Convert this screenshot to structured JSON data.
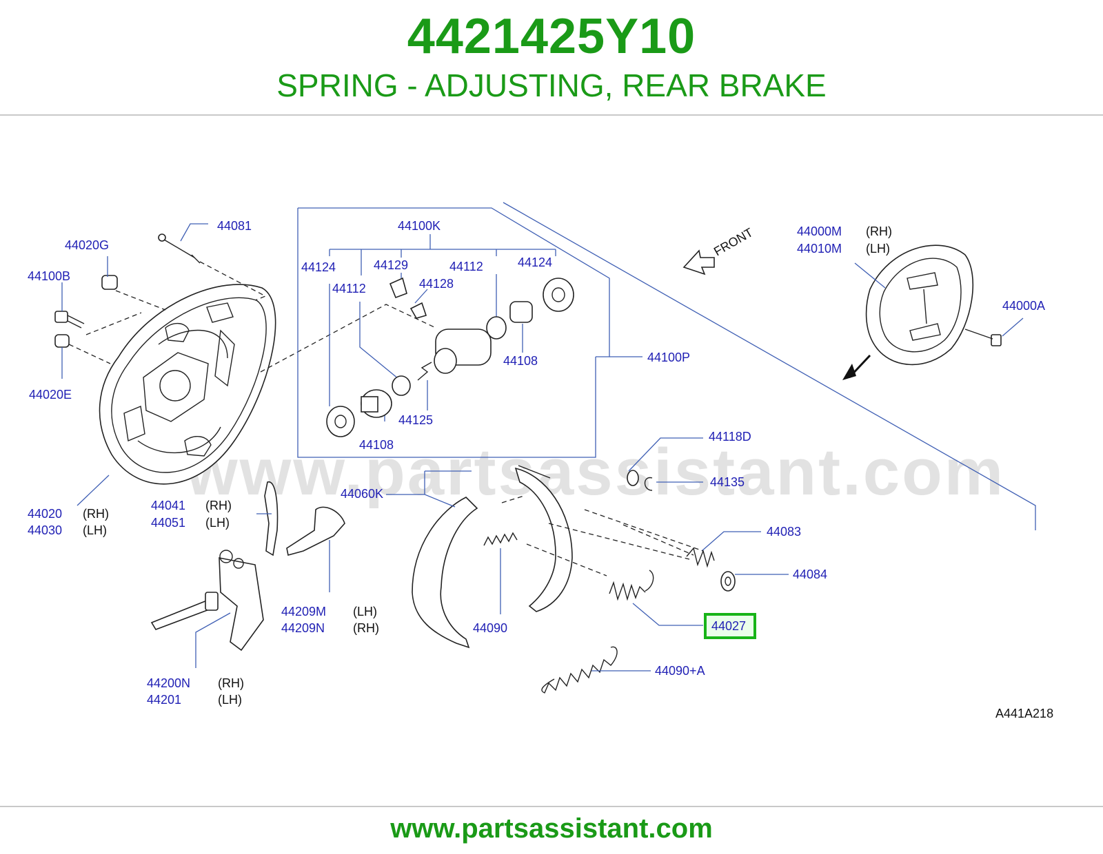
{
  "header": {
    "part_number": "4421425Y10",
    "description": "SPRING - ADJUSTING, REAR BRAKE"
  },
  "diagram": {
    "watermark": "www.partsassistant.com",
    "front_label": "FRONT",
    "reference_code": "A441A218",
    "highlighted_part": "44027",
    "highlight_color": "#18b418",
    "labels": {
      "p44081": "44081",
      "p44020G": "44020G",
      "p44100B": "44100B",
      "p44020E": "44020E",
      "p44020": "44020",
      "p44030": "44030",
      "p44041": "44041",
      "p44051": "44051",
      "p44209M": "44209M",
      "p44209N": "44209N",
      "p44200N": "44200N",
      "p44201": "44201",
      "p44100K": "44100K",
      "p44124a": "44124",
      "p44129": "44129",
      "p44112a": "44112",
      "p44124b": "44124",
      "p44112b": "44112",
      "p44128": "44128",
      "p44108a": "44108",
      "p44100P": "44100P",
      "p44125": "44125",
      "p44108b": "44108",
      "p44000M": "44000M",
      "p44010M": "44010M",
      "p44000A": "44000A",
      "p44118D": "44118D",
      "p44135": "44135",
      "p44060K": "44060K",
      "p44083": "44083",
      "p44084": "44084",
      "p44027": "44027",
      "p44090": "44090",
      "p44090A": "44090+A"
    },
    "sides": {
      "rh": "(RH)",
      "lh": "(LH)"
    }
  },
  "footer": {
    "url": "www.partsassistant.com"
  }
}
